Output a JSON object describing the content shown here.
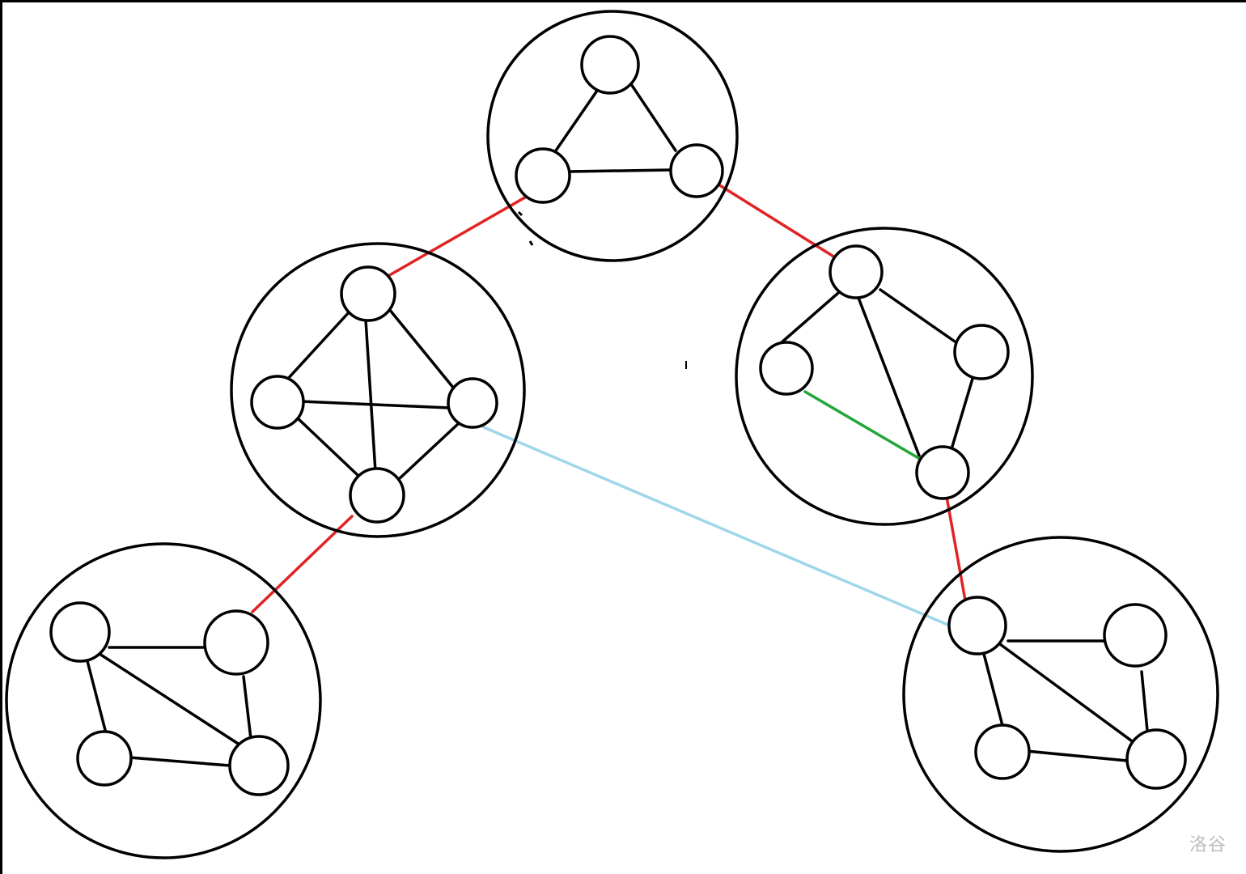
{
  "watermark": "洛谷",
  "colors": {
    "stroke": "#000000",
    "tree_edge": "#e02424",
    "extra_edge_green": "#22a83a",
    "extra_edge_lightblue": "#9fd6ea",
    "background": "#ffffff"
  },
  "diagram": {
    "groups": [
      {
        "id": "top",
        "node_count": 3
      },
      {
        "id": "middle-left",
        "node_count": 4
      },
      {
        "id": "middle-right",
        "node_count": 4
      },
      {
        "id": "bottom-left",
        "node_count": 4
      },
      {
        "id": "bottom-right",
        "node_count": 4
      }
    ],
    "links": [
      {
        "from": "top",
        "to": "middle-left",
        "color": "red"
      },
      {
        "from": "top",
        "to": "middle-right",
        "color": "red"
      },
      {
        "from": "middle-left",
        "to": "bottom-left",
        "color": "red"
      },
      {
        "from": "middle-right",
        "to": "bottom-right",
        "color": "red"
      },
      {
        "from": "middle-left",
        "to": "bottom-right",
        "color": "lightblue"
      },
      {
        "from": "middle-right",
        "to": "middle-right",
        "color": "green"
      }
    ]
  }
}
